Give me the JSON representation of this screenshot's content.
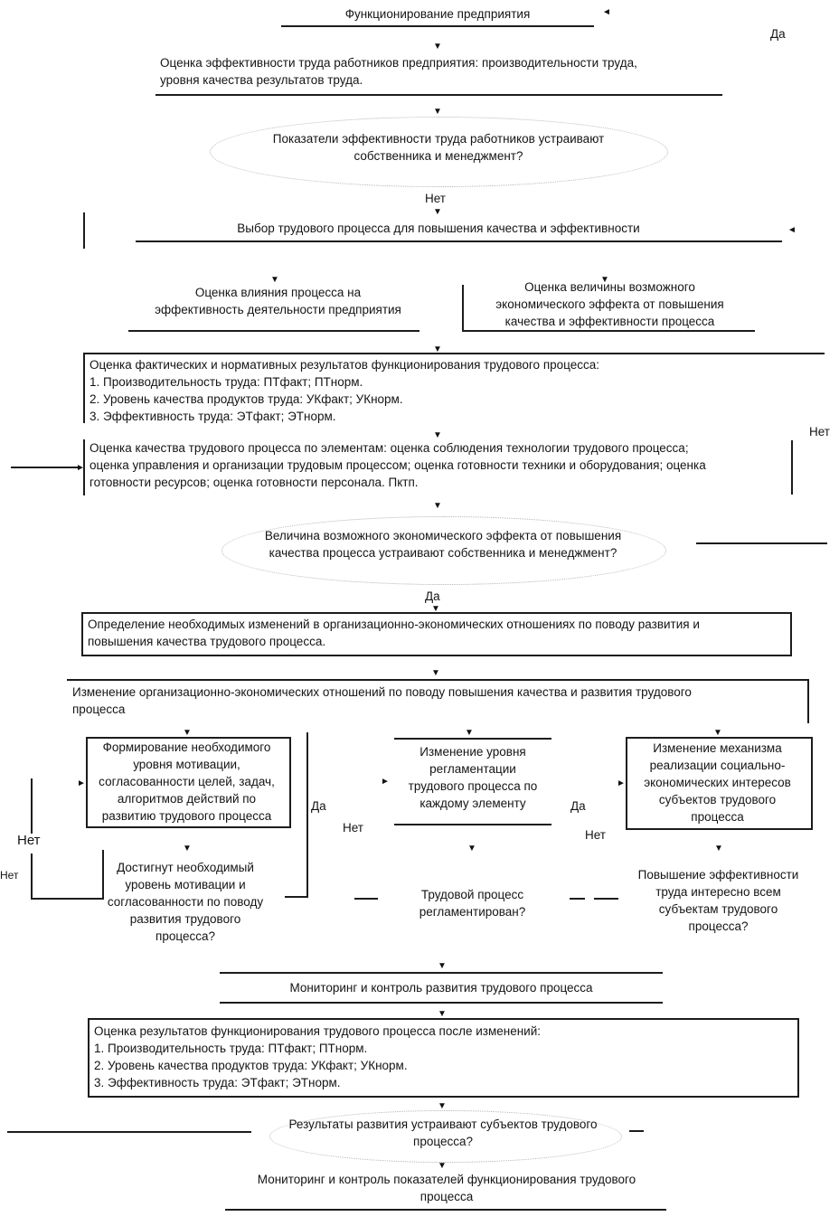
{
  "icons": {
    "down_arrow": "▼",
    "left_arrowhead": "◄",
    "right_arrowhead": "►"
  },
  "labels": {
    "yes": "Да",
    "no": "Нет"
  },
  "nodes": {
    "title": "Функционирование предприятия",
    "assess_efficiency": "Оценка эффективности труда работников предприятия: производительности труда,\nуровня качества результатов труда.",
    "decision_indicators": "Показатели эффективности труда работников устраивают\nсобственника и менеджмент?",
    "select_process": "Выбор трудового процесса для повышения качества и эффективности",
    "impact_assessment": "Оценка влияния процесса на\nэффективность деятельности предприятия",
    "effect_assessment": "Оценка величины возможного\nэкономического эффекта от повышения\nкачества и эффективности процесса",
    "actual_results": {
      "head": "Оценка фактических и нормативных результатов функционирования трудового процесса:",
      "items": [
        "1. Производительность труда: ПТфакт; ПТнорм.",
        "2. Уровень качества продуктов труда: УКфакт; УКнорм.",
        "3. Эффективность труда: ЭТфакт; ЭТнорм."
      ]
    },
    "quality_elements": "Оценка качества трудового процесса по элементам: оценка соблюдения технологии трудового процесса;\nоценка управления и организации трудовым процессом; оценка готовности техники и оборудования; оценка\nготовности ресурсов; оценка готовности персонала. Пктп.",
    "decision_effect": "Величина возможного экономического эффекта от повышения\nкачества процесса устраивают собственника и менеджмент?",
    "define_changes": "Определение необходимых изменений в организационно-экономических отношениях по поводу развития и\nповышения качества трудового процесса.",
    "change_relations": "Изменение организационно-экономических отношений по поводу повышения качества и развития трудового\nпроцесса",
    "motivation_box": "Формирование необходимого\nуровня мотивации,\nсогласованности целей, задач,\nалгоритмов действий по\nразвитию трудового процесса",
    "regulation_box": "Изменение уровня\nрегламентации\nтрудового процесса по\nкаждому элементу",
    "mechanism_box": "Изменение механизма\nреализации социально-\nэкономических интересов\nсубъектов трудового\nпроцесса",
    "decision_motivation": "Достигнут необходимый\nуровень мотивации и\nсогласованности по поводу\nразвития трудового\nпроцесса?",
    "decision_regulated": "Трудовой процесс\nрегламентирован?",
    "decision_interests": "Повышение эффективности\nтруда интересно всем\nсубъектам трудового\nпроцесса?",
    "monitoring_development": "Мониторинг и контроль развития трудового процесса",
    "results_after_changes": {
      "head": "Оценка результатов функционирования трудового процесса после изменений:",
      "items": [
        "1. Производительность труда: ПТфакт; ПТнорм.",
        "2. Уровень качества продуктов труда: УКфакт; УКнорм.",
        "3. Эффективность труда: ЭТфакт; ЭТнорм."
      ]
    },
    "decision_results": "Результаты развития устраивают субъектов трудового\nпроцесса?",
    "monitoring_indicators": "Мониторинг и контроль показателей функционирования трудового\nпроцесса"
  }
}
